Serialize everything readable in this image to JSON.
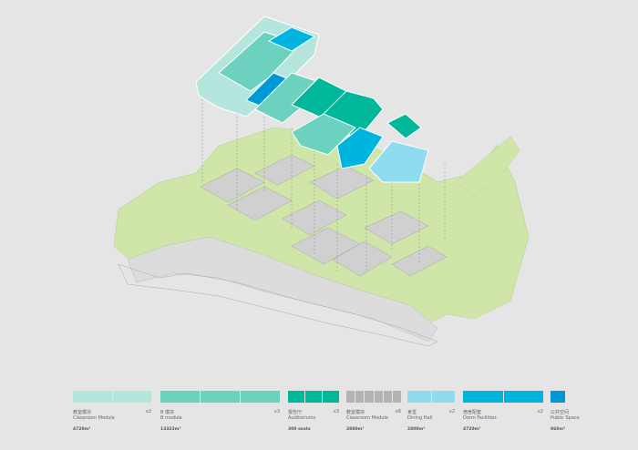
{
  "colors": {
    "background": "#e5e5e5",
    "site_green": "#cfe6a8",
    "ground_grey": "#d6d6d6"
  },
  "legend": [
    {
      "cn": "教室模块",
      "en": "Classroom Module",
      "count": "x2",
      "area": "4720m²",
      "color": "#b4e6dd",
      "segments": 2
    },
    {
      "cn": "B 模块",
      "en": "B module",
      "count": "x3",
      "area": "13323m²",
      "color": "#6cd1bf",
      "segments": 3
    },
    {
      "cn": "报告厅",
      "en": "Auditoriums",
      "count": "x3",
      "area": "300 seats",
      "color": "#00b899",
      "segments": 3
    },
    {
      "cn": "教室模块",
      "en": "Classroom Module",
      "count": "x6",
      "area": "2880m²",
      "color": "#b3b3b3",
      "segments": 6
    },
    {
      "cn": "食堂",
      "en": "Dining Hall",
      "count": "x2",
      "area": "2800m²",
      "color": "#8fdcf0",
      "segments": 2
    },
    {
      "cn": "宿舍配套",
      "en": "Dorm Facilities",
      "count": "x2",
      "area": "4720m²",
      "color": "#00b4e0",
      "segments": 2
    },
    {
      "cn": "公共空间",
      "en": "Public Space",
      "count": "",
      "area": "860m²",
      "color": "#0099d6",
      "segments": 1
    }
  ]
}
